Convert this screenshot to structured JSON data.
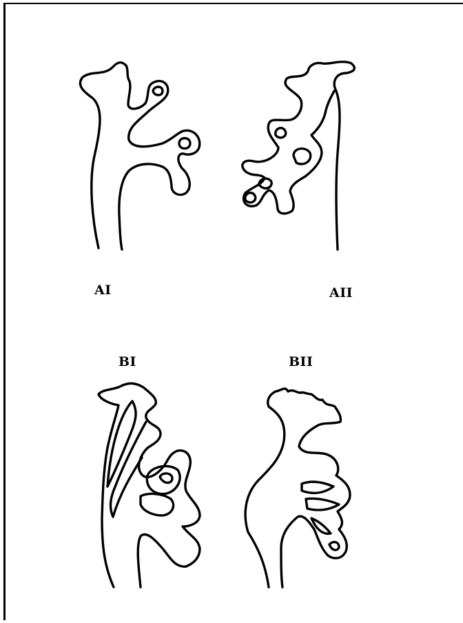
{
  "labels": {
    "a1": "AI",
    "a2": "AII",
    "b1": "BI",
    "b2": "BII"
  }
}
